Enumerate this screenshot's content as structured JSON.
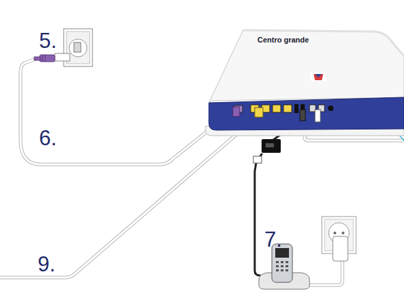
{
  "diagram": {
    "labels": [
      "5.",
      "Centro grande",
      "6.",
      "7.",
      "9."
    ]
  }
}
